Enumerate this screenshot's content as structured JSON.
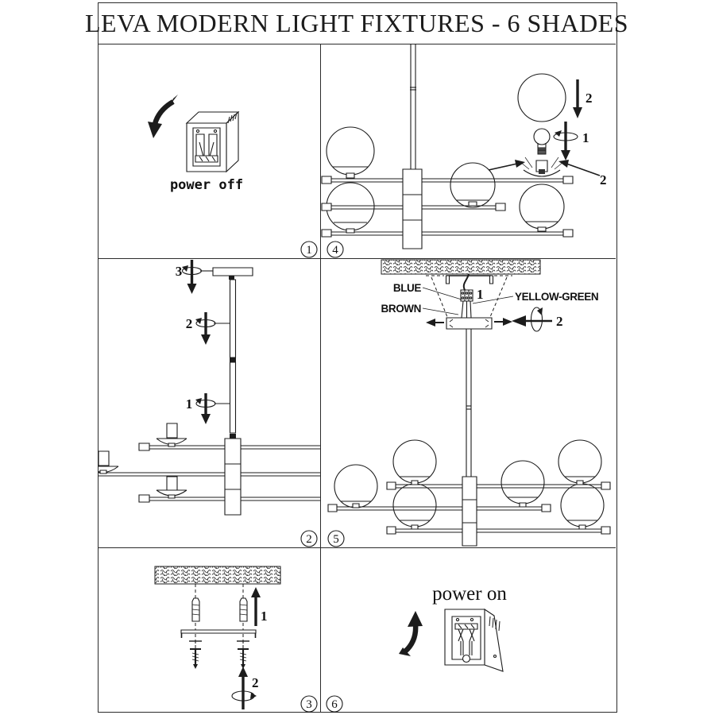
{
  "title": "LEVA MODERN LIGHT FIXTURES - 6 SHADES",
  "colors": {
    "line": "#1c1c1c",
    "background": "#ffffff"
  },
  "panels": {
    "p1": {
      "number": "1",
      "label": "power off"
    },
    "p2": {
      "number": "2",
      "step1": "1",
      "step2": "2",
      "step3": "3"
    },
    "p3": {
      "number": "3",
      "step1": "1",
      "step2": "2"
    },
    "p4": {
      "number": "4",
      "step1": "1",
      "step2_drop": "2",
      "step2_shade": "2"
    },
    "p5": {
      "number": "5",
      "step1": "1",
      "step2": "2",
      "wire_blue": "BLUE",
      "wire_brown": "BROWN",
      "wire_yellow_green": "YELLOW-GREEN"
    },
    "p6": {
      "number": "6",
      "label": "power on"
    }
  }
}
